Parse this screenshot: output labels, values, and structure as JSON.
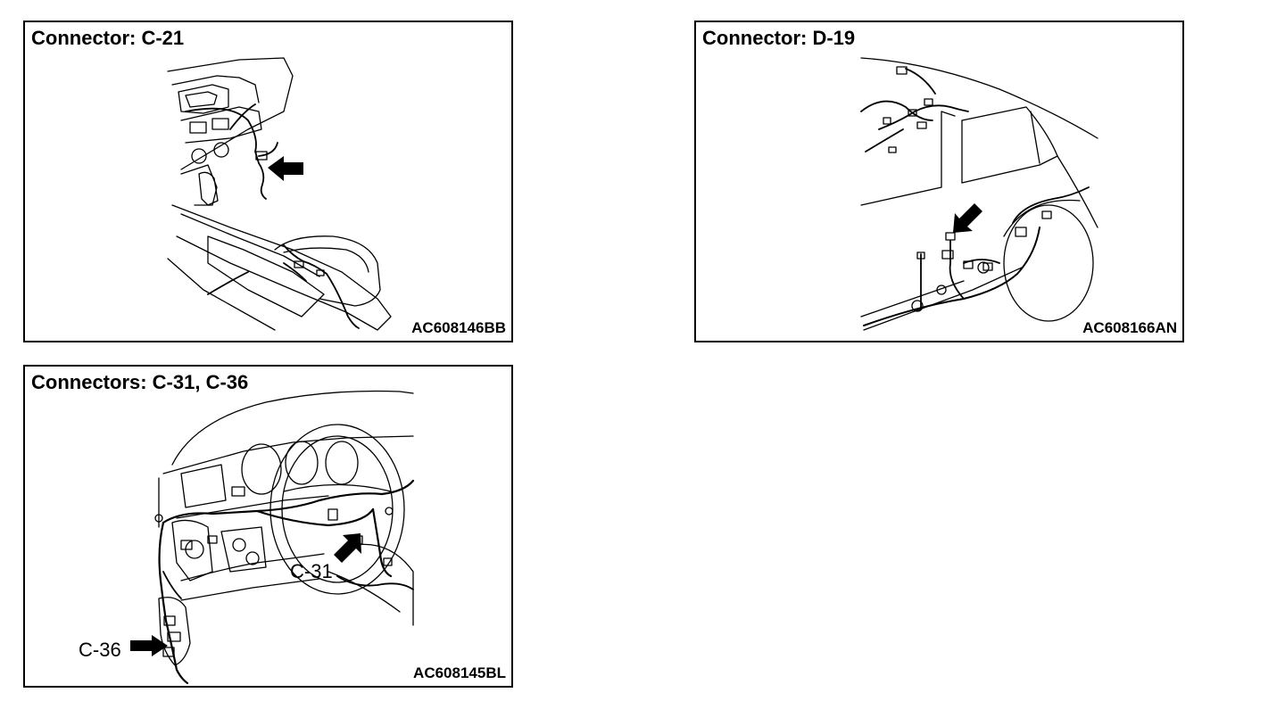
{
  "panels": [
    {
      "title": "Connector: C-21",
      "code": "AC608146BB"
    },
    {
      "title": "Connector: D-19",
      "code": "AC608166AN"
    },
    {
      "title": "Connectors: C-31, C-36",
      "code": "AC608145BL",
      "callouts": [
        "C-31",
        "C-36"
      ]
    }
  ],
  "colors": {
    "line": "#000000",
    "background": "#ffffff"
  },
  "icons": [
    "pointer-arrow-icon"
  ]
}
